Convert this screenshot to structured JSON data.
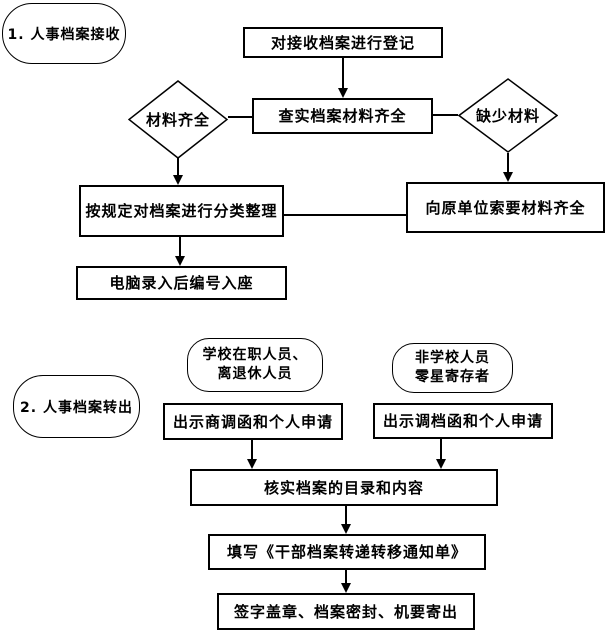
{
  "diagram": {
    "background_color": "#ffffff",
    "line_color": "#000000",
    "section1": {
      "title": "1. 人事档案接收",
      "register_box": "对接收档案进行登记",
      "verify_box": "查实档案材料齐全",
      "complete_diamond": "材料齐全",
      "missing_diamond": "缺少材料",
      "classify_box": "按规定对档案进行分类整理",
      "computer_box": "电脑录入后编号入座",
      "request_box": "向原单位索要材料齐全"
    },
    "section2": {
      "title": "2. 人事档案转出",
      "staff_terminal_line1": "学校在职人员、",
      "staff_terminal_line2": "离退休人员",
      "nonstaff_terminal_line1": "非学校人员",
      "nonstaff_terminal_line2": "零星寄存者",
      "staff_letter_box": "出示商调函和个人申请",
      "nonstaff_letter_box": "出示调档函和个人申请",
      "check_box": "核实档案的目录和内容",
      "fill_box": "填写《干部档案转递转移通知单》",
      "send_box": "签字盖章、档案密封、机要寄出"
    }
  }
}
